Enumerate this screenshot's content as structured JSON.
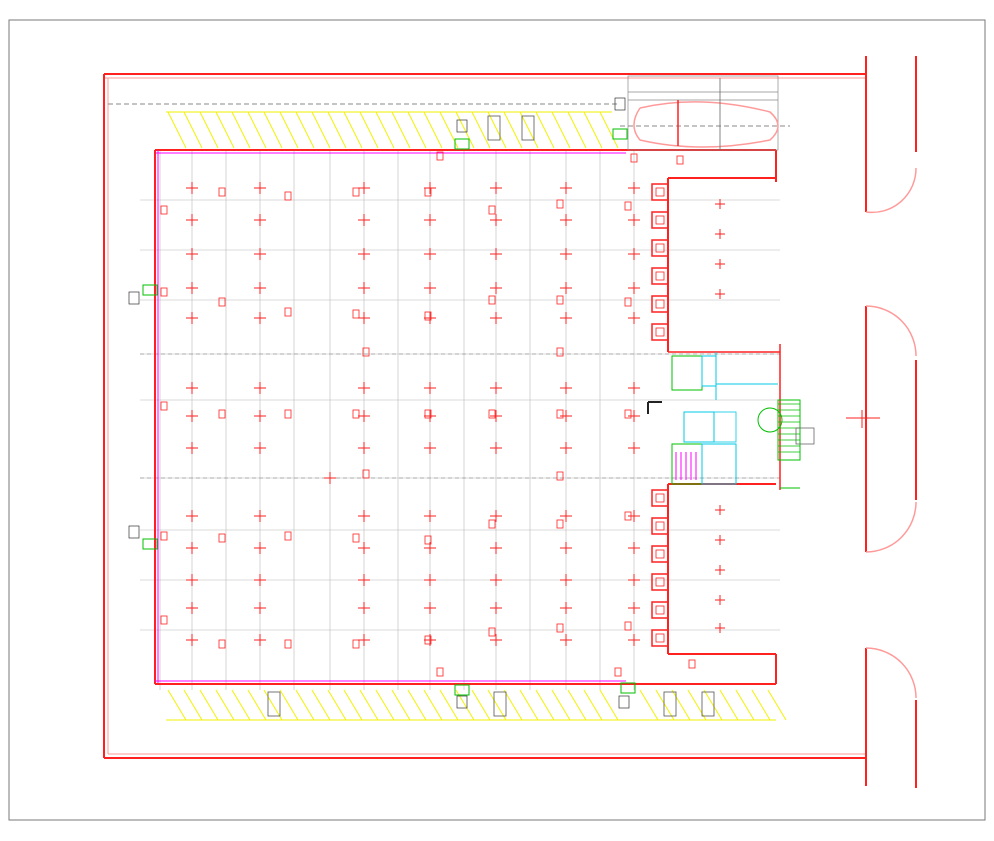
{
  "drawing": {
    "kind": "architectural floor plan",
    "colors": {
      "wall": "#ff2020",
      "wall_light": "#ff9a9a",
      "grid": "#b8b8b8",
      "parking": "#f2f200",
      "magenta": "#ff00ff",
      "green": "#00c000",
      "cyan": "#00c8e6",
      "blue": "#2030e0",
      "dark": "#222222",
      "outer_frame": "#7a7a7a"
    },
    "symbols": {
      "column_cross": "plus-mark",
      "equipment_tag": "small-red-box",
      "dock_door": "red-square-frame",
      "parked_car": "car-outline",
      "exit_arc": "door-swing-arc"
    }
  }
}
